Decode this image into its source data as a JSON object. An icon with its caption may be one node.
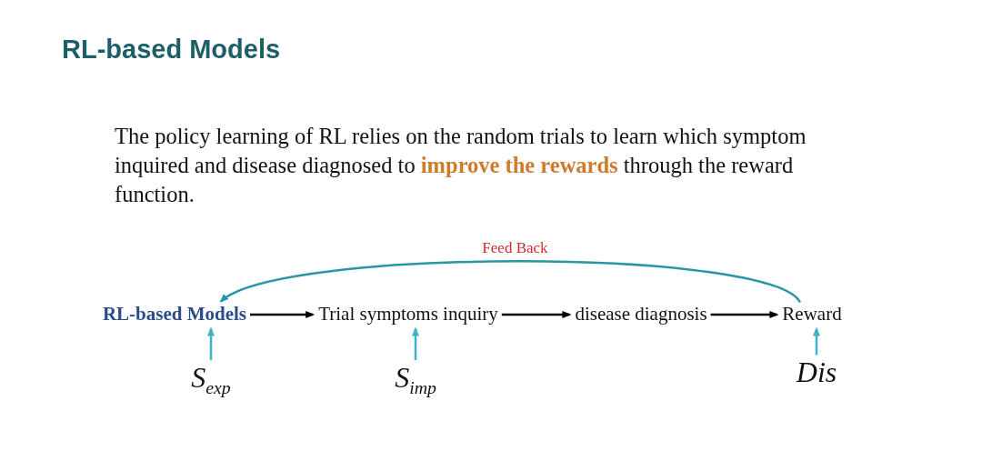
{
  "diagram": {
    "title": "RL-based Models",
    "nodes": [
      {
        "text": [
          "RL-based Models"
        ]
      },
      {
        "text": [
          "Trial symptoms inquiry"
        ]
      },
      {
        "text": [
          "disease diagnosis"
        ]
      },
      {
        "text": [
          "Reward"
        ]
      },
      {
        "text": [
          "S$_{exp}$"
        ]
      },
      {
        "text": [
          "S$_{imp}$"
        ]
      },
      {
        "text": [
          "Dis"
        ]
      }
    ],
    "edges": [
      {
        "from": 0,
        "to": 1,
        "arrow": "to"
      },
      {
        "from": 1,
        "to": 2,
        "arrow": "to"
      },
      {
        "from": 2,
        "to": 3,
        "arrow": "to"
      },
      {
        "from": 3,
        "to": 0,
        "arrow": "to",
        "label": "Feed Back",
        "color": "#2a95a5"
      },
      {
        "from": 4,
        "to": 0,
        "arrow": "to",
        "color": "#3fb2c9"
      },
      {
        "from": 5,
        "to": 1,
        "arrow": "to",
        "color": "#3fb2c9"
      },
      {
        "from": 6,
        "to": 3,
        "arrow": "to",
        "color": "#3fb2c9"
      }
    ],
    "labels": [
      "The policy learning of RL relies on the random trials to learn which symptom inquired and disease diagnosed to **improve the rewards** through the reward function."
    ]
  }
}
